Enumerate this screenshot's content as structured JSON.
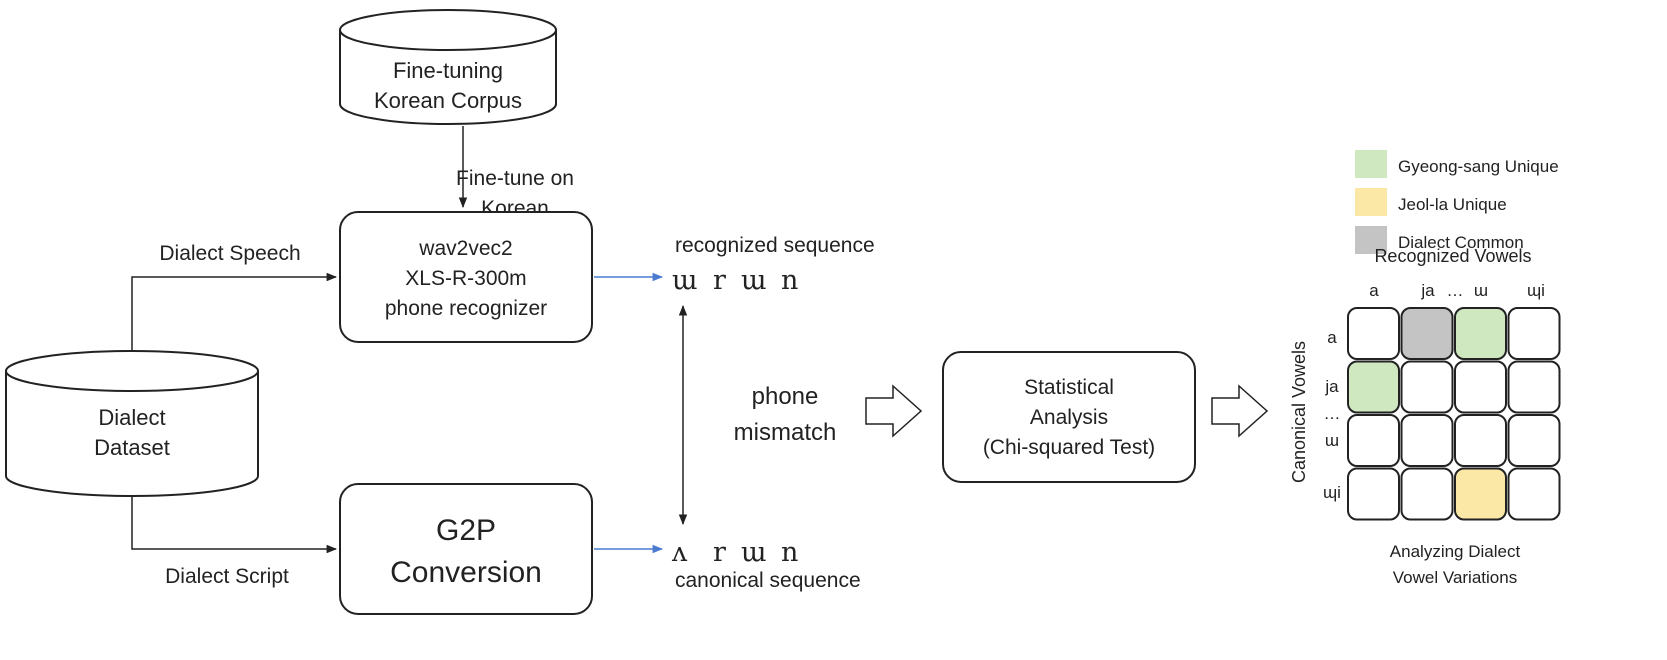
{
  "corpus": {
    "line1": "Fine-tuning",
    "line2": "Korean Corpus"
  },
  "finetune": {
    "line1": "Fine-tune on",
    "line2": "Korean"
  },
  "recognizer": {
    "line1": "wav2vec2",
    "line2": "XLS-R-300m",
    "line3": "phone recognizer"
  },
  "dataset": {
    "line1": "Dialect",
    "line2": "Dataset"
  },
  "speech_label": "Dialect Speech",
  "script_label": "Dialect Script",
  "g2p": {
    "line1": "G2P",
    "line2": "Conversion"
  },
  "recognized": {
    "caption": "recognized sequence",
    "phones": [
      "ɯ",
      "r",
      "ɯ",
      "n"
    ]
  },
  "canonical": {
    "caption": "canonical sequence",
    "phones": [
      "ʌ",
      "r",
      "ɯ",
      "n"
    ]
  },
  "mismatch": {
    "line1": "phone",
    "line2": "mismatch"
  },
  "stats": {
    "line1": "Statistical",
    "line2": "Analysis",
    "line3": "(Chi-squared Test)"
  },
  "legend": [
    {
      "label": "Gyeong-sang Unique",
      "color": "#cfe8bf"
    },
    {
      "label": "Jeol-la Unique",
      "color": "#fbe7a6"
    },
    {
      "label": "Dialect Common",
      "color": "#c4c4c4"
    }
  ],
  "matrix": {
    "col_title": "Recognized Vowels",
    "row_title": "Canonical Vowels",
    "cols": [
      "a",
      "ja",
      "…",
      "ɯ",
      "ɰi"
    ],
    "rows": [
      "a",
      "ja",
      "…",
      "ɯ",
      "ɰi"
    ],
    "highlights": [
      {
        "row": 0,
        "col": 1,
        "type": "Dialect Common"
      },
      {
        "row": 0,
        "col": 2,
        "type": "Gyeong-sang Unique"
      },
      {
        "row": 1,
        "col": 0,
        "type": "Gyeong-sang Unique"
      },
      {
        "row": 3,
        "col": 2,
        "type": "Jeol-la Unique"
      }
    ],
    "caption_line1": "Analyzing Dialect",
    "caption_line2": "Vowel Variations"
  },
  "colors": {
    "highlight_phone": "#e0211d",
    "arrow_blue": "#4a7bd1",
    "stroke": "#222222"
  }
}
